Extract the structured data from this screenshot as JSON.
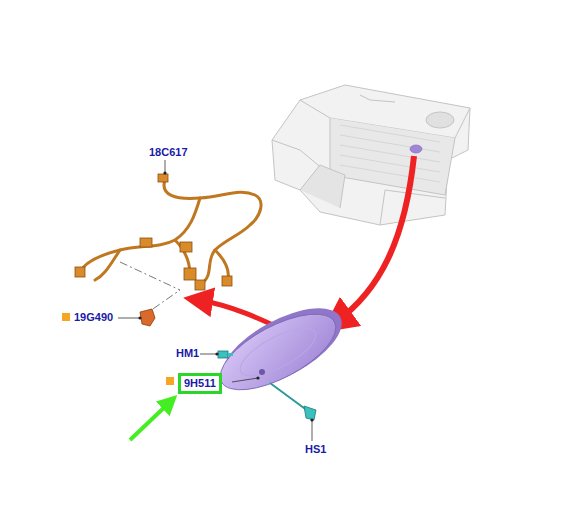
{
  "diagram": {
    "nodes": [
      {
        "text": [
          "9H511"
        ]
      }
    ],
    "labels": [
      "18C617",
      "19G490",
      "HM1",
      "HS1"
    ]
  }
}
